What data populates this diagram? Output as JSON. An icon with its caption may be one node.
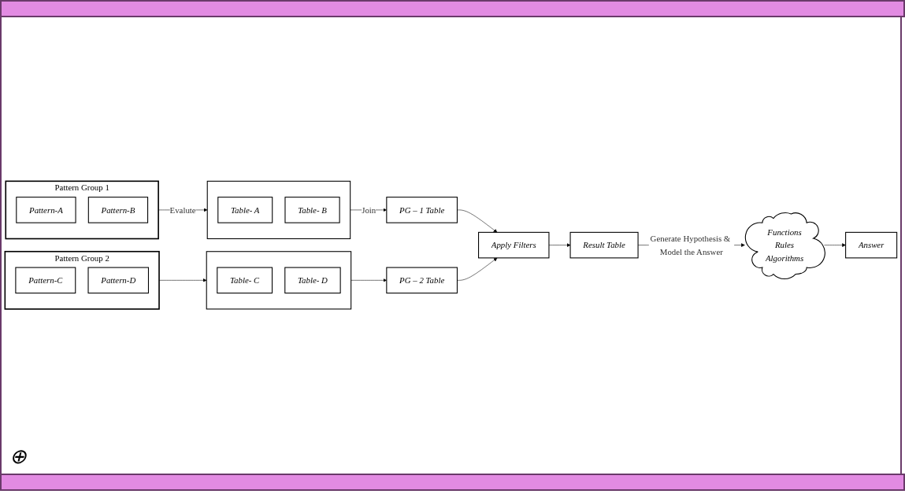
{
  "diagram": {
    "nodes": [
      {
        "text": [
          "Pattern Group 1"
        ]
      },
      {
        "text": [
          "Pattern-A"
        ],
        "in": 0
      },
      {
        "text": [
          "Pattern-B"
        ],
        "in": 0
      },
      {
        "text": [],
        "shape": "box"
      },
      {
        "text": [
          "Table- A"
        ],
        "in": 3
      },
      {
        "text": [
          "Table- B"
        ],
        "in": 3
      },
      {
        "text": [
          "PG – 1 Table"
        ]
      },
      {
        "text": [
          "Pattern Group 2"
        ]
      },
      {
        "text": [
          "Pattern-C"
        ],
        "in": 7
      },
      {
        "text": [
          "Pattern-D"
        ],
        "in": 7
      },
      {
        "text": [],
        "shape": "box"
      },
      {
        "text": [
          "Table- C"
        ],
        "in": 10
      },
      {
        "text": [
          "Table- D"
        ],
        "in": 10
      },
      {
        "text": [
          "PG – 2 Table"
        ]
      },
      {
        "text": [
          "Apply Filters"
        ]
      },
      {
        "text": [
          "Result Table"
        ]
      },
      {
        "text": [
          "Functions",
          "Rules",
          "Algorithms"
        ]
      },
      {
        "text": [
          "Answer"
        ]
      }
    ],
    "edges": [
      {
        "from": 0,
        "to": 3,
        "arrow": "to",
        "label": "Evalute"
      },
      {
        "from": 3,
        "to": 6,
        "arrow": "to",
        "label": "Join"
      },
      {
        "from": 7,
        "to": 10,
        "arrow": "to"
      },
      {
        "from": 10,
        "to": 13,
        "arrow": "to"
      },
      {
        "from": 6,
        "to": 14,
        "arrow": "to"
      },
      {
        "from": 13,
        "to": 14,
        "arrow": "to"
      },
      {
        "from": 14,
        "to": 15,
        "arrow": "to"
      },
      {
        "from": 15,
        "to": 16,
        "arrow": "to",
        "label": "Generate Hypothesis & Model the Answer"
      },
      {
        "from": 16,
        "to": 17,
        "arrow": "to"
      }
    ],
    "labels": [
      "⊕"
    ]
  }
}
